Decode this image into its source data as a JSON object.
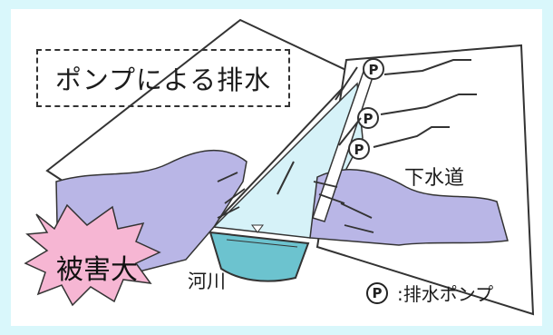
{
  "title": "ポンプによる排水",
  "labels": {
    "sewer": "下水道",
    "river": "河川",
    "damage": "被害大"
  },
  "legend": {
    "symbol": "P",
    "text": ":排水ポンプ"
  },
  "pump_symbol": "P",
  "colors": {
    "background": "#d9f7fb",
    "flood_water": "#b9b6e6",
    "levee_water": "#d6f2f8",
    "river_water": "#6cc3cf",
    "burst": "#f6b6d3"
  }
}
